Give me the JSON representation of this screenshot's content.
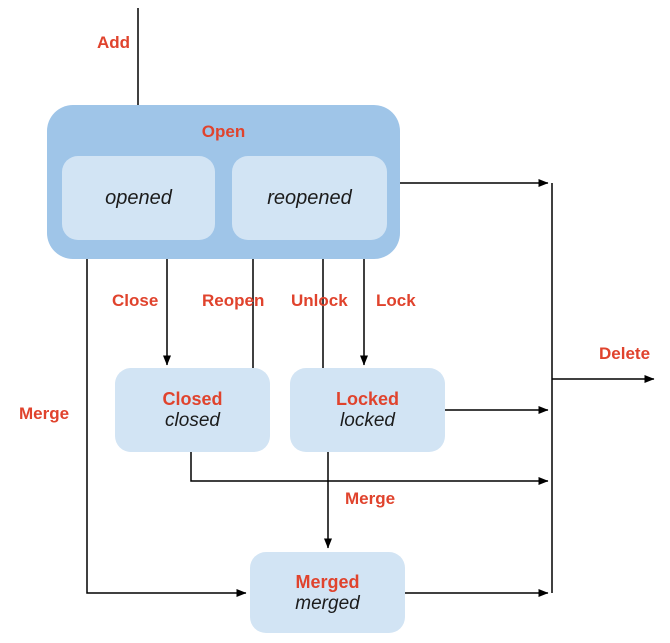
{
  "colors": {
    "group_fill": "#9fc5e8",
    "state_fill": "#d2e4f4",
    "label_red": "#e0432d",
    "text_black": "#1c1c1c",
    "line_black": "#000000",
    "background": "#ffffff"
  },
  "groups": {
    "open": {
      "label": "Open"
    }
  },
  "states": {
    "opened": {
      "name": "opened"
    },
    "reopened": {
      "name": "reopened"
    },
    "closed": {
      "title": "Closed",
      "name": "closed"
    },
    "locked": {
      "title": "Locked",
      "name": "locked"
    },
    "merged": {
      "title": "Merged",
      "name": "merged"
    }
  },
  "edges": {
    "add": "Add",
    "close": "Close",
    "reopen": "Reopen",
    "unlock": "Unlock",
    "lock": "Lock",
    "merge_left": "Merge",
    "merge_bottom": "Merge",
    "delete": "Delete"
  }
}
